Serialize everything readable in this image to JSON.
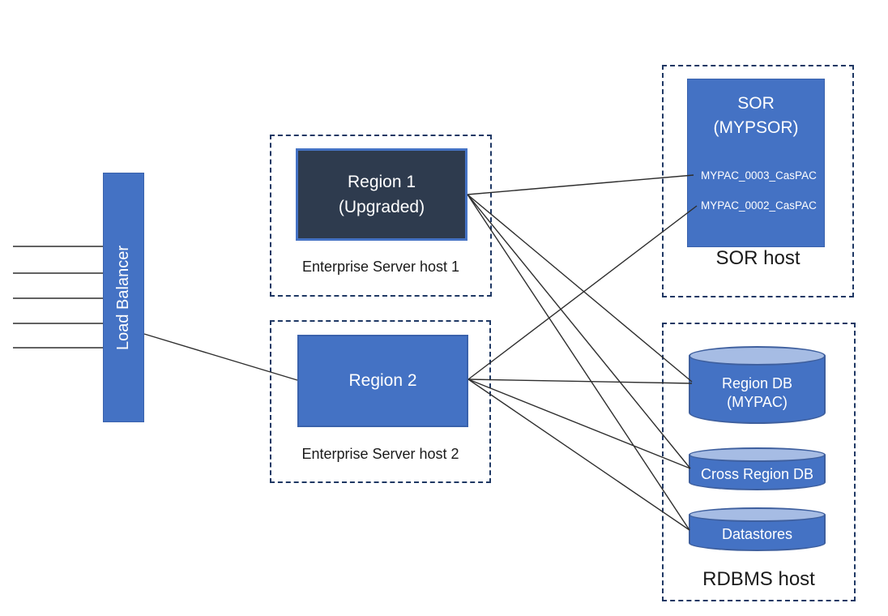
{
  "colors": {
    "accent_blue": "#4472C4",
    "dark_navy_box": "#2E3B4E",
    "cylinder_top": "#A6BCE4",
    "cylinder_border": "#3E5F9E",
    "dashed_border": "#1F3864",
    "connector_line": "#2E2E2E",
    "text_dark": "#1A1A1A",
    "text_light": "#FFFFFF"
  },
  "load_balancer": {
    "label": "Load Balancer"
  },
  "host1": {
    "caption": "Enterprise Server host 1",
    "region_line1": "Region 1",
    "region_line2": "(Upgraded)"
  },
  "host2": {
    "caption": "Enterprise Server host 2",
    "region_line1": "Region 2"
  },
  "sor_host": {
    "caption": "SOR host",
    "title_line1": "SOR",
    "title_line2": "(MYPSOR)",
    "pac_labels": [
      "MYPAC_0003_CasPAC",
      "MYPAC_0002_CasPAC"
    ]
  },
  "rdbms_host": {
    "caption": "RDBMS host",
    "databases": [
      {
        "name_lines": [
          "Region DB",
          "(MYPAC)"
        ]
      },
      {
        "name_lines": [
          "Cross Region DB"
        ]
      },
      {
        "name_lines": [
          "Datastores"
        ]
      }
    ]
  }
}
